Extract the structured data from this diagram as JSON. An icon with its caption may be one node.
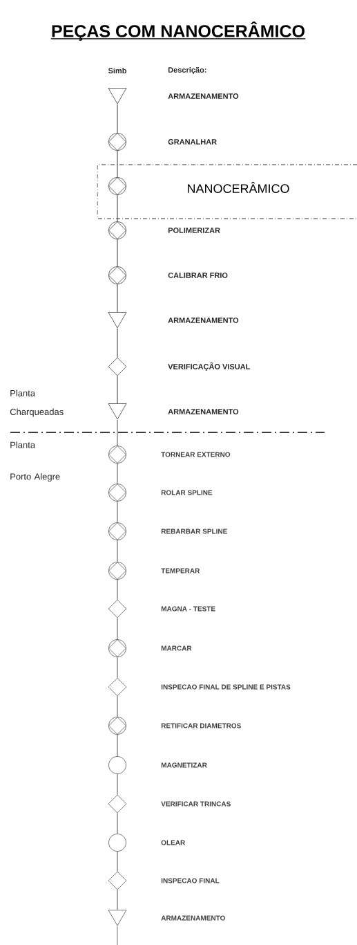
{
  "diagram": {
    "title": "PEÇAS COM NANOCERÂMICO",
    "nodes": [
      {
        "text": [],
        "shape": "triangle"
      },
      {
        "text": [],
        "shape": "circle-diamond"
      },
      {
        "text": [
          "NANOCERÂMICO"
        ]
      },
      {
        "text": [],
        "shape": "circle-diamond",
        "in": 2
      },
      {
        "text": [],
        "shape": "circle-diamond"
      },
      {
        "text": [],
        "shape": "circle-diamond"
      },
      {
        "text": [],
        "shape": "triangle"
      },
      {
        "text": [],
        "shape": "diamond"
      },
      {
        "text": [],
        "shape": "triangle"
      },
      {
        "text": [],
        "shape": "circle-diamond"
      },
      {
        "text": [],
        "shape": "circle-diamond"
      },
      {
        "text": [],
        "shape": "circle-diamond"
      },
      {
        "text": [],
        "shape": "circle-diamond"
      },
      {
        "text": [],
        "shape": "diamond"
      },
      {
        "text": [],
        "shape": "circle-diamond"
      },
      {
        "text": [],
        "shape": "diamond"
      },
      {
        "text": [],
        "shape": "circle-diamond"
      },
      {
        "text": [],
        "shape": "circle"
      },
      {
        "text": [],
        "shape": "diamond"
      },
      {
        "text": [],
        "shape": "circle"
      },
      {
        "text": [],
        "shape": "diamond"
      },
      {
        "text": [],
        "shape": "triangle"
      }
    ],
    "edges": [
      {
        "from": 0,
        "to": 1,
        "arrow": "none"
      },
      {
        "from": 1,
        "to": 3,
        "arrow": "none"
      },
      {
        "from": 3,
        "to": 4,
        "arrow": "none"
      },
      {
        "from": 4,
        "to": 5,
        "arrow": "none"
      },
      {
        "from": 5,
        "to": 6,
        "arrow": "none"
      },
      {
        "from": 6,
        "to": 7,
        "arrow": "none"
      },
      {
        "from": 7,
        "to": 8,
        "arrow": "none"
      },
      {
        "from": 8,
        "to": 9,
        "arrow": "none"
      },
      {
        "from": 9,
        "to": 10,
        "arrow": "none"
      },
      {
        "from": 10,
        "to": 11,
        "arrow": "none"
      },
      {
        "from": 11,
        "to": 12,
        "arrow": "none"
      },
      {
        "from": 12,
        "to": 13,
        "arrow": "none"
      },
      {
        "from": 13,
        "to": 14,
        "arrow": "none"
      },
      {
        "from": 14,
        "to": 15,
        "arrow": "none"
      },
      {
        "from": 15,
        "to": 16,
        "arrow": "none"
      },
      {
        "from": 16,
        "to": 17,
        "arrow": "none"
      },
      {
        "from": 17,
        "to": 18,
        "arrow": "none"
      },
      {
        "from": 18,
        "to": 19,
        "arrow": "none"
      },
      {
        "from": 19,
        "to": 20,
        "arrow": "none"
      },
      {
        "from": 20,
        "to": 21,
        "arrow": "none"
      },
      {
        "from": 21,
        "to": null,
        "arrow": "none"
      }
    ],
    "labels": [
      "Simb",
      "Descrição:",
      "ARMAZENAMENTO",
      "GRANALHAR",
      "POLIMERIZAR",
      "CALIBRAR FRIO",
      "ARMAZENAMENTO",
      "VERIFICAÇÃO VISUAL",
      "Planta Charqueadas",
      "ARMAZENAMENTO",
      "Planta",
      "TORNEAR EXTERNO",
      "Porto Alegre",
      "ROLAR SPLINE",
      "REBARBAR SPLINE",
      "TEMPERAR",
      "MAGNA - TESTE",
      "MARCAR",
      "INSPECAO FINAL DE SPLINE E PISTAS",
      "RETIFICAR DIAMETROS",
      "MAGNETIZAR",
      "VERIFICAR TRINCAS",
      "OLEAR",
      "INSPECAO FINAL",
      "ARMAZENAMENTO"
    ]
  }
}
